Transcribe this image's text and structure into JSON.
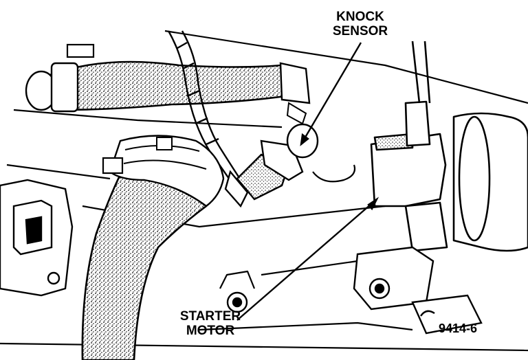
{
  "labels": {
    "knock_line1": "KNOCK",
    "knock_line2": "SENSOR",
    "starter_line1": "STARTER",
    "starter_line2": "MOTOR",
    "figure_number": "9414-6"
  },
  "colors": {
    "ink": "#000000",
    "paper": "#ffffff"
  }
}
